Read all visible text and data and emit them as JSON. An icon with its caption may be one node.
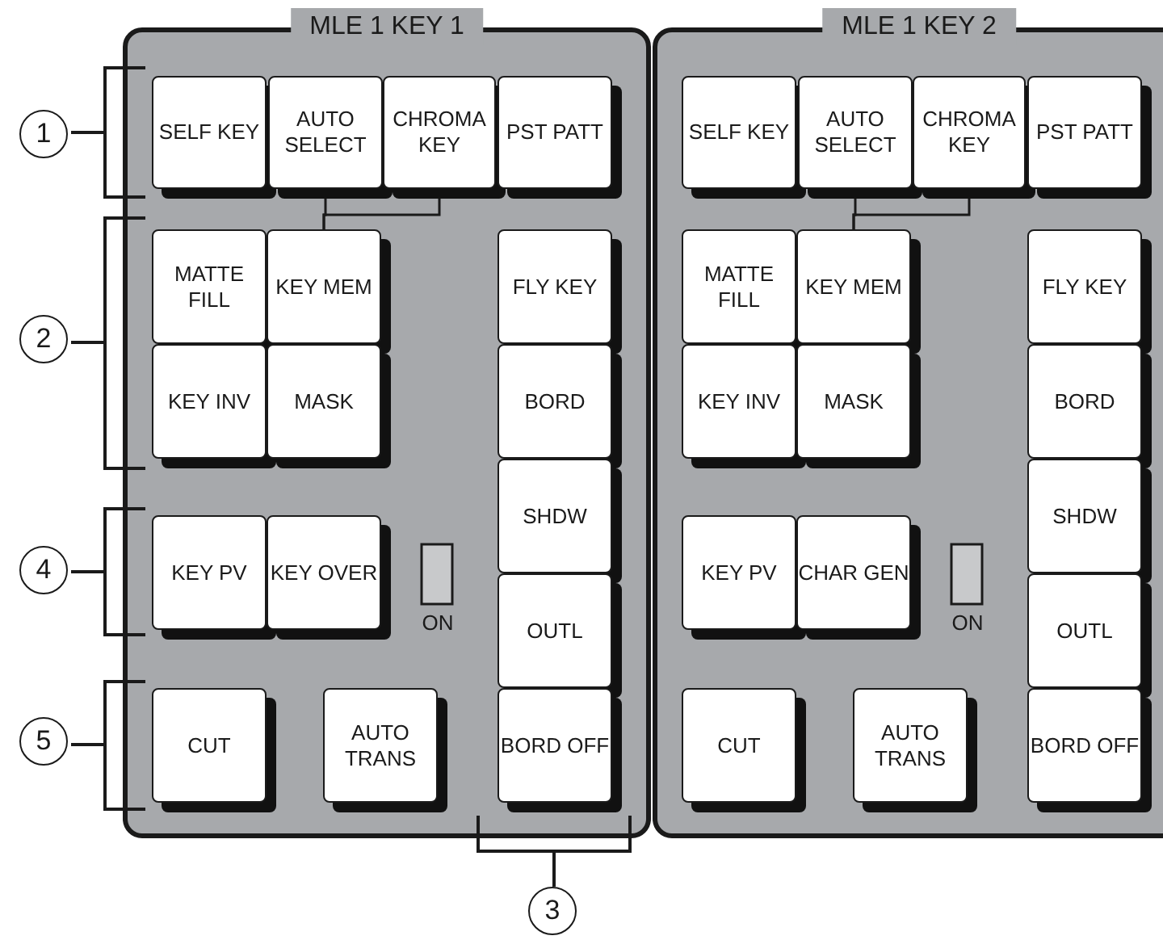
{
  "diagram": {
    "nodes": [
      {
        "text": [
          "MLE 1 KEY 1"
        ]
      },
      {
        "text": [
          "SELF KEY"
        ],
        "in": 0
      },
      {
        "text": [
          "AUTO SELECT"
        ],
        "in": 0
      },
      {
        "text": [
          "CHROMA KEY"
        ],
        "in": 0
      },
      {
        "text": [
          "PST PATT"
        ],
        "in": 0
      },
      {
        "text": [
          "MATTE FILL"
        ],
        "in": 0
      },
      {
        "text": [
          "KEY MEM"
        ],
        "in": 0
      },
      {
        "text": [
          "FLY KEY"
        ],
        "in": 0
      },
      {
        "text": [
          "KEY INV"
        ],
        "in": 0
      },
      {
        "text": [
          "MASK"
        ],
        "in": 0
      },
      {
        "text": [
          "BORD"
        ],
        "in": 0
      },
      {
        "text": [
          "SHDW"
        ],
        "in": 0
      },
      {
        "text": [
          "KEY PV"
        ],
        "in": 0
      },
      {
        "text": [
          "KEY OVER"
        ],
        "in": 0
      },
      {
        "text": [
          "OUTL"
        ],
        "in": 0
      },
      {
        "text": [
          "CUT"
        ],
        "in": 0
      },
      {
        "text": [
          "AUTO TRANS"
        ],
        "in": 0
      },
      {
        "text": [
          "BORD OFF"
        ],
        "in": 0
      },
      {
        "text": [
          "MLE 1 KEY 2"
        ]
      },
      {
        "text": [
          "SELF KEY"
        ],
        "in": 18
      },
      {
        "text": [
          "AUTO SELECT"
        ],
        "in": 18
      },
      {
        "text": [
          "CHROMA KEY"
        ],
        "in": 18
      },
      {
        "text": [
          "PST PATT"
        ],
        "in": 18
      },
      {
        "text": [
          "MATTE FILL"
        ],
        "in": 18
      },
      {
        "text": [
          "KEY MEM"
        ],
        "in": 18
      },
      {
        "text": [
          "FLY KEY"
        ],
        "in": 18
      },
      {
        "text": [
          "KEY INV"
        ],
        "in": 18
      },
      {
        "text": [
          "MASK"
        ],
        "in": 18
      },
      {
        "text": [
          "BORD"
        ],
        "in": 18
      },
      {
        "text": [
          "SHDW"
        ],
        "in": 18
      },
      {
        "text": [
          "KEY PV"
        ],
        "in": 18
      },
      {
        "text": [
          "CHAR GEN"
        ],
        "in": 18
      },
      {
        "text": [
          "OUTL"
        ],
        "in": 18
      },
      {
        "text": [
          "CUT"
        ],
        "in": 18
      },
      {
        "text": [
          "AUTO TRANS"
        ],
        "in": 18
      },
      {
        "text": [
          "BORD OFF"
        ],
        "in": 18
      }
    ],
    "edges": [
      {
        "from": 2,
        "to": 6,
        "arrow": "none"
      },
      {
        "from": 3,
        "to": 6,
        "arrow": "none"
      },
      {
        "from": 20,
        "to": 24,
        "arrow": "none"
      },
      {
        "from": 21,
        "to": 24,
        "arrow": "none"
      }
    ],
    "labels": [
      "1",
      "2",
      "4",
      "ON",
      "ON",
      "5",
      "3"
    ]
  }
}
